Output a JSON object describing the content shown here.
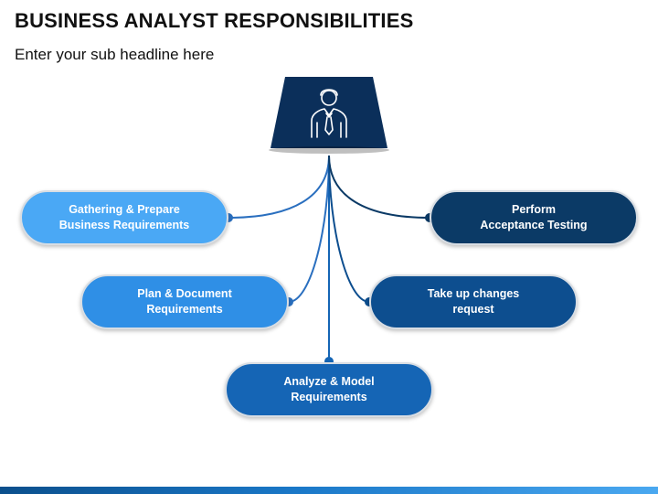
{
  "header": {
    "title": "BUSINESS ANALYST RESPONSIBILITIES",
    "subtitle": "Enter your sub headline here"
  },
  "hub": {
    "icon": "businessman-icon"
  },
  "nodes": [
    {
      "line1": "Gathering & Prepare",
      "line2": "Business Requirements",
      "color": "#4aa8f5"
    },
    {
      "line1": "Plan & Document",
      "line2": "Requirements",
      "color": "#2f8fe6"
    },
    {
      "line1": "Analyze & Model",
      "line2": "Requirements",
      "color": "#1565b5"
    },
    {
      "line1": "Take up changes",
      "line2": "request",
      "color": "#0d4e8f"
    },
    {
      "line1": "Perform",
      "line2": "Acceptance Testing",
      "color": "#0b3a66"
    }
  ],
  "colors": {
    "hub": "#0b2f5a",
    "connector": "#2a6fbf",
    "connector_dark": "#0b3a66"
  }
}
